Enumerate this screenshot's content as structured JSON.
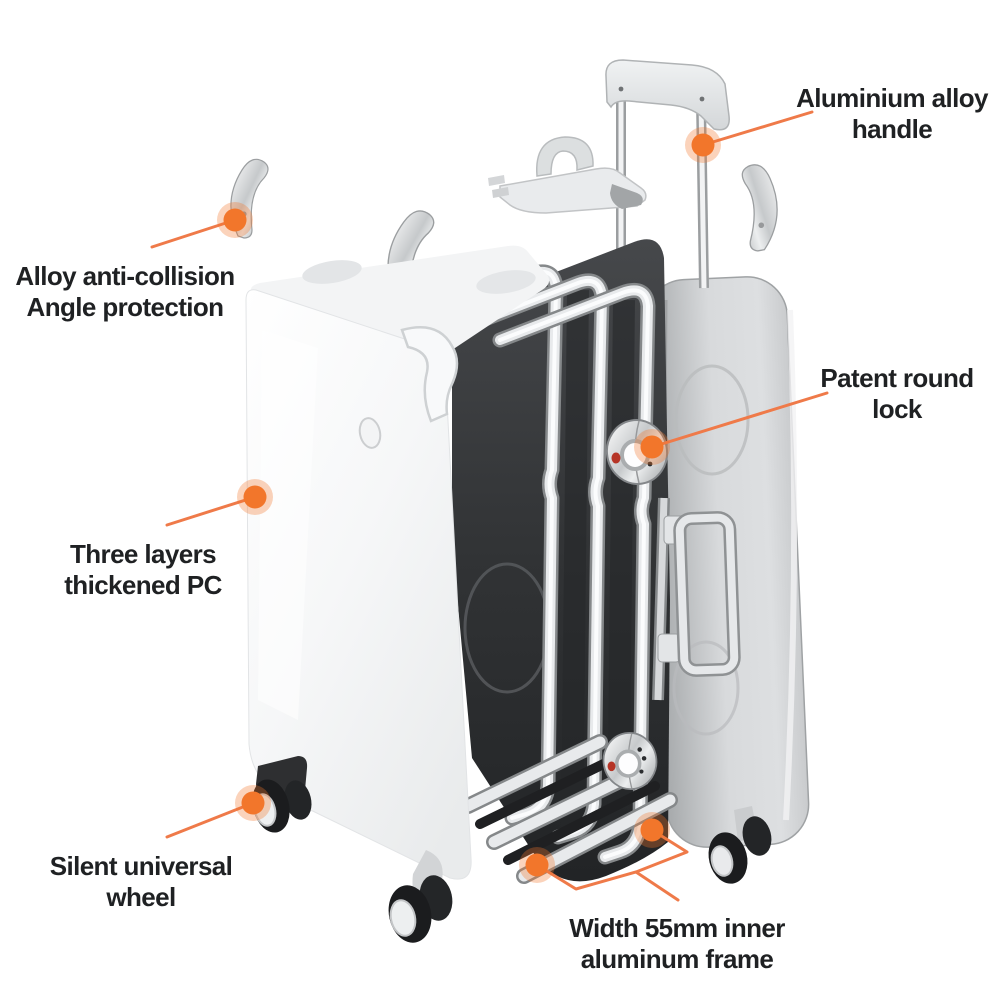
{
  "colors": {
    "accent_orange": "#F2762B",
    "leader_line": "#EF7A49",
    "label_text": "#1F2123",
    "background": "#FFFFFF"
  },
  "callouts": [
    {
      "id": "aluminium-alloy-handle",
      "text": "Aluminium alloy handle",
      "lines": [
        "Aluminium alloy",
        "handle"
      ]
    },
    {
      "id": "alloy-anti-collision",
      "text": "Alloy anti-collision Angle protection",
      "lines": [
        "Alloy anti-collision",
        "Angle protection"
      ]
    },
    {
      "id": "patent-round-lock",
      "text": "Patent round lock",
      "lines": [
        "Patent round",
        "lock"
      ]
    },
    {
      "id": "three-layers-pc",
      "text": "Three layers thickened PC",
      "lines": [
        "Three layers",
        "thickened PC"
      ]
    },
    {
      "id": "silent-universal-wheel",
      "text": "Silent universal wheel",
      "lines": [
        "Silent universal",
        "wheel"
      ]
    },
    {
      "id": "inner-aluminum-frame",
      "text": "Width 55mm inner aluminum frame",
      "lines": [
        "Width 55mm inner",
        "aluminum frame"
      ]
    }
  ]
}
